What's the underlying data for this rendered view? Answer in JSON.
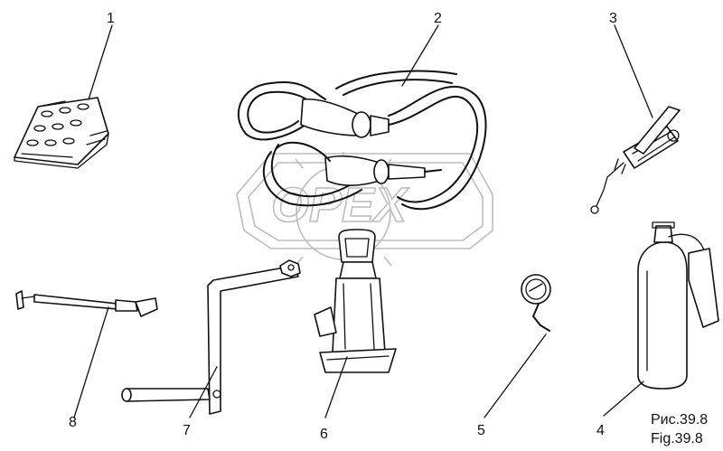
{
  "callouts": [
    "1",
    "2",
    "3",
    "4",
    "5",
    "6",
    "7",
    "8"
  ],
  "caption": {
    "ru": "Рис.39.8",
    "en": "Fig.39.8"
  },
  "watermark": {
    "text": "OPEX"
  }
}
